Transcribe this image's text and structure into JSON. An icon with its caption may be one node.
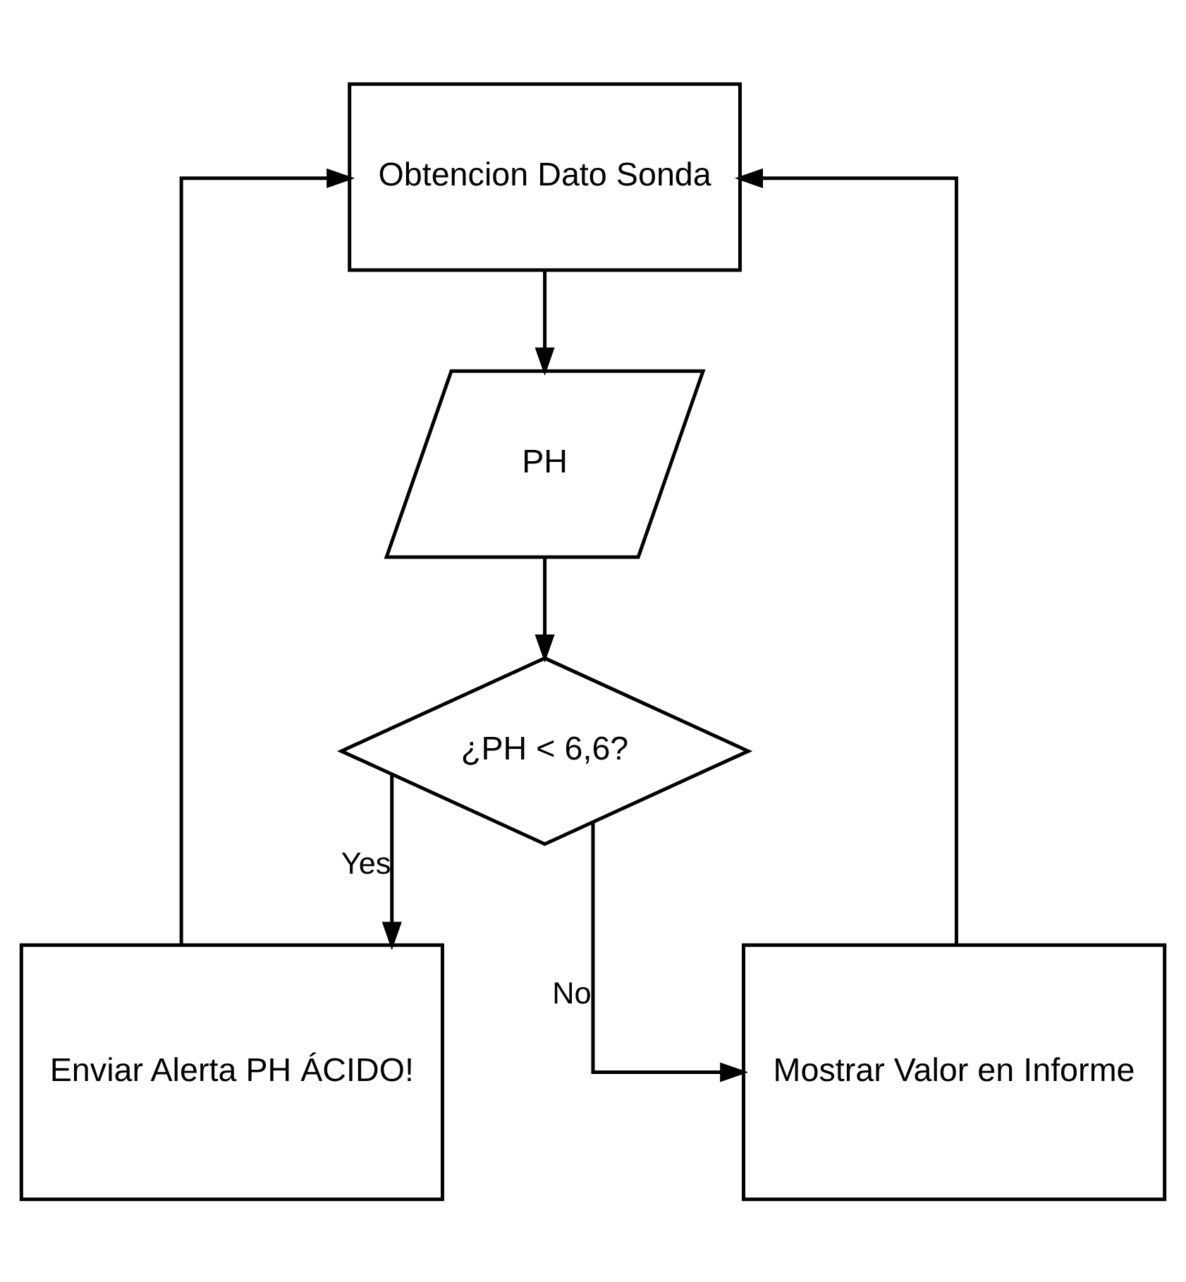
{
  "diagram": {
    "nodes": [
      {
        "text": [
          "Obtencion Dato Sonda"
        ]
      },
      {
        "text": [
          "PH"
        ]
      },
      {
        "text": [
          "¿PH < 6,6?"
        ]
      },
      {
        "text": [
          "Enviar Alerta PH ÁCIDO!"
        ]
      },
      {
        "text": [
          "Mostrar Valor en Informe"
        ]
      }
    ],
    "edges": [
      {
        "from": 0,
        "to": 1,
        "arrow": "to"
      },
      {
        "from": 1,
        "to": 2,
        "arrow": "to"
      },
      {
        "from": 2,
        "to": 3,
        "arrow": "to",
        "label": "Yes"
      },
      {
        "from": 2,
        "to": 4,
        "arrow": "to",
        "label": "No"
      },
      {
        "from": 3,
        "to": 0,
        "arrow": "to"
      },
      {
        "from": 4,
        "to": 0,
        "arrow": "to"
      }
    ]
  }
}
